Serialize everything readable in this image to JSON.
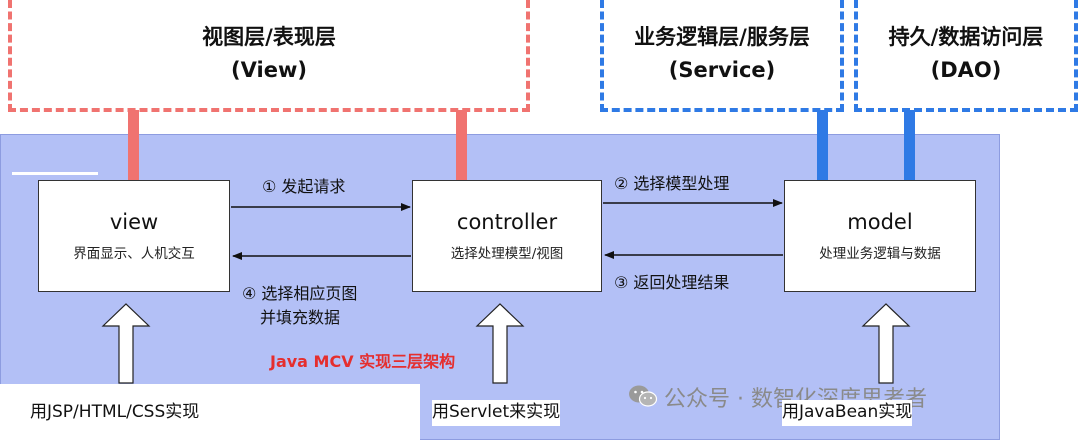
{
  "layers": {
    "view": {
      "title": "视图层/表现层",
      "sub": "(View)"
    },
    "service": {
      "title": "业务逻辑层/服务层",
      "sub": "(Service)"
    },
    "dao": {
      "title": "持久/数据访问层",
      "sub": "(DAO)"
    }
  },
  "nodes": {
    "view": {
      "title": "view",
      "desc": "界面显示、人机交互"
    },
    "controller": {
      "title": "controller",
      "desc": "选择处理模型/视图"
    },
    "model": {
      "title": "model",
      "desc": "处理业务逻辑与数据"
    }
  },
  "arrows": {
    "a1": "① 发起请求",
    "a2": "② 选择模型处理",
    "a3": "③ 返回处理结果",
    "a4_line1": "④ 选择相应页图",
    "a4_line2": "并填充数据"
  },
  "caption": "Java MCV 实现三层架构",
  "bottom": {
    "jsp": "用JSP/HTML/CSS实现",
    "servlet": "用Servlet来实现",
    "javabean": "用JavaBean实现"
  },
  "watermark": "公众号 · 数智化深度思考者",
  "colors": {
    "view_layer": "#f07370",
    "service_layer": "#2f7ae5",
    "mvc_bg": "#b3c0f6"
  }
}
